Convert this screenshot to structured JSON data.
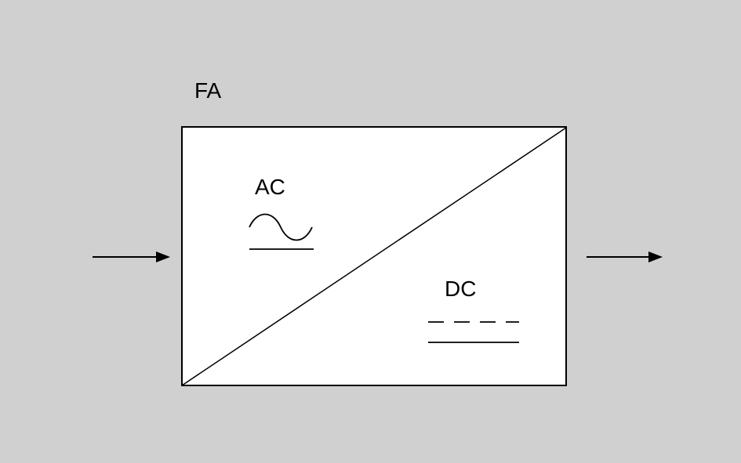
{
  "diagram": {
    "type": "block-diagram",
    "description": "AC to DC converter (rectifier) block symbol",
    "block_designation": "FA",
    "input_side_label": "AC",
    "output_side_label": "DC",
    "colors": {
      "background": "#d0d0d0",
      "block_fill": "#ffffff",
      "line": "#000000"
    }
  }
}
